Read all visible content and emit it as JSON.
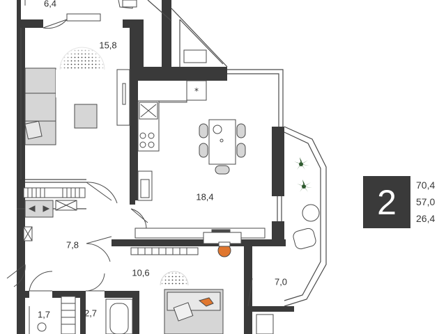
{
  "rooms": {
    "balcony_top": "6,4",
    "living_room": "15,8",
    "kitchen": "18,4",
    "hallway": "7,8",
    "bedroom": "10,6",
    "balcony_right": "7,0",
    "bathroom": "1,7",
    "toilet": "2,7"
  },
  "summary": {
    "room_count": "2",
    "total_area": "70,4",
    "living_area": "57,0",
    "kitchen_area": "26,4"
  },
  "colors": {
    "wall": "#3a3a3a",
    "furniture_fill": "#d6d6d6",
    "line": "#4a4a4a",
    "plant": "#2f5a2f",
    "lamp": "#e0772f"
  }
}
